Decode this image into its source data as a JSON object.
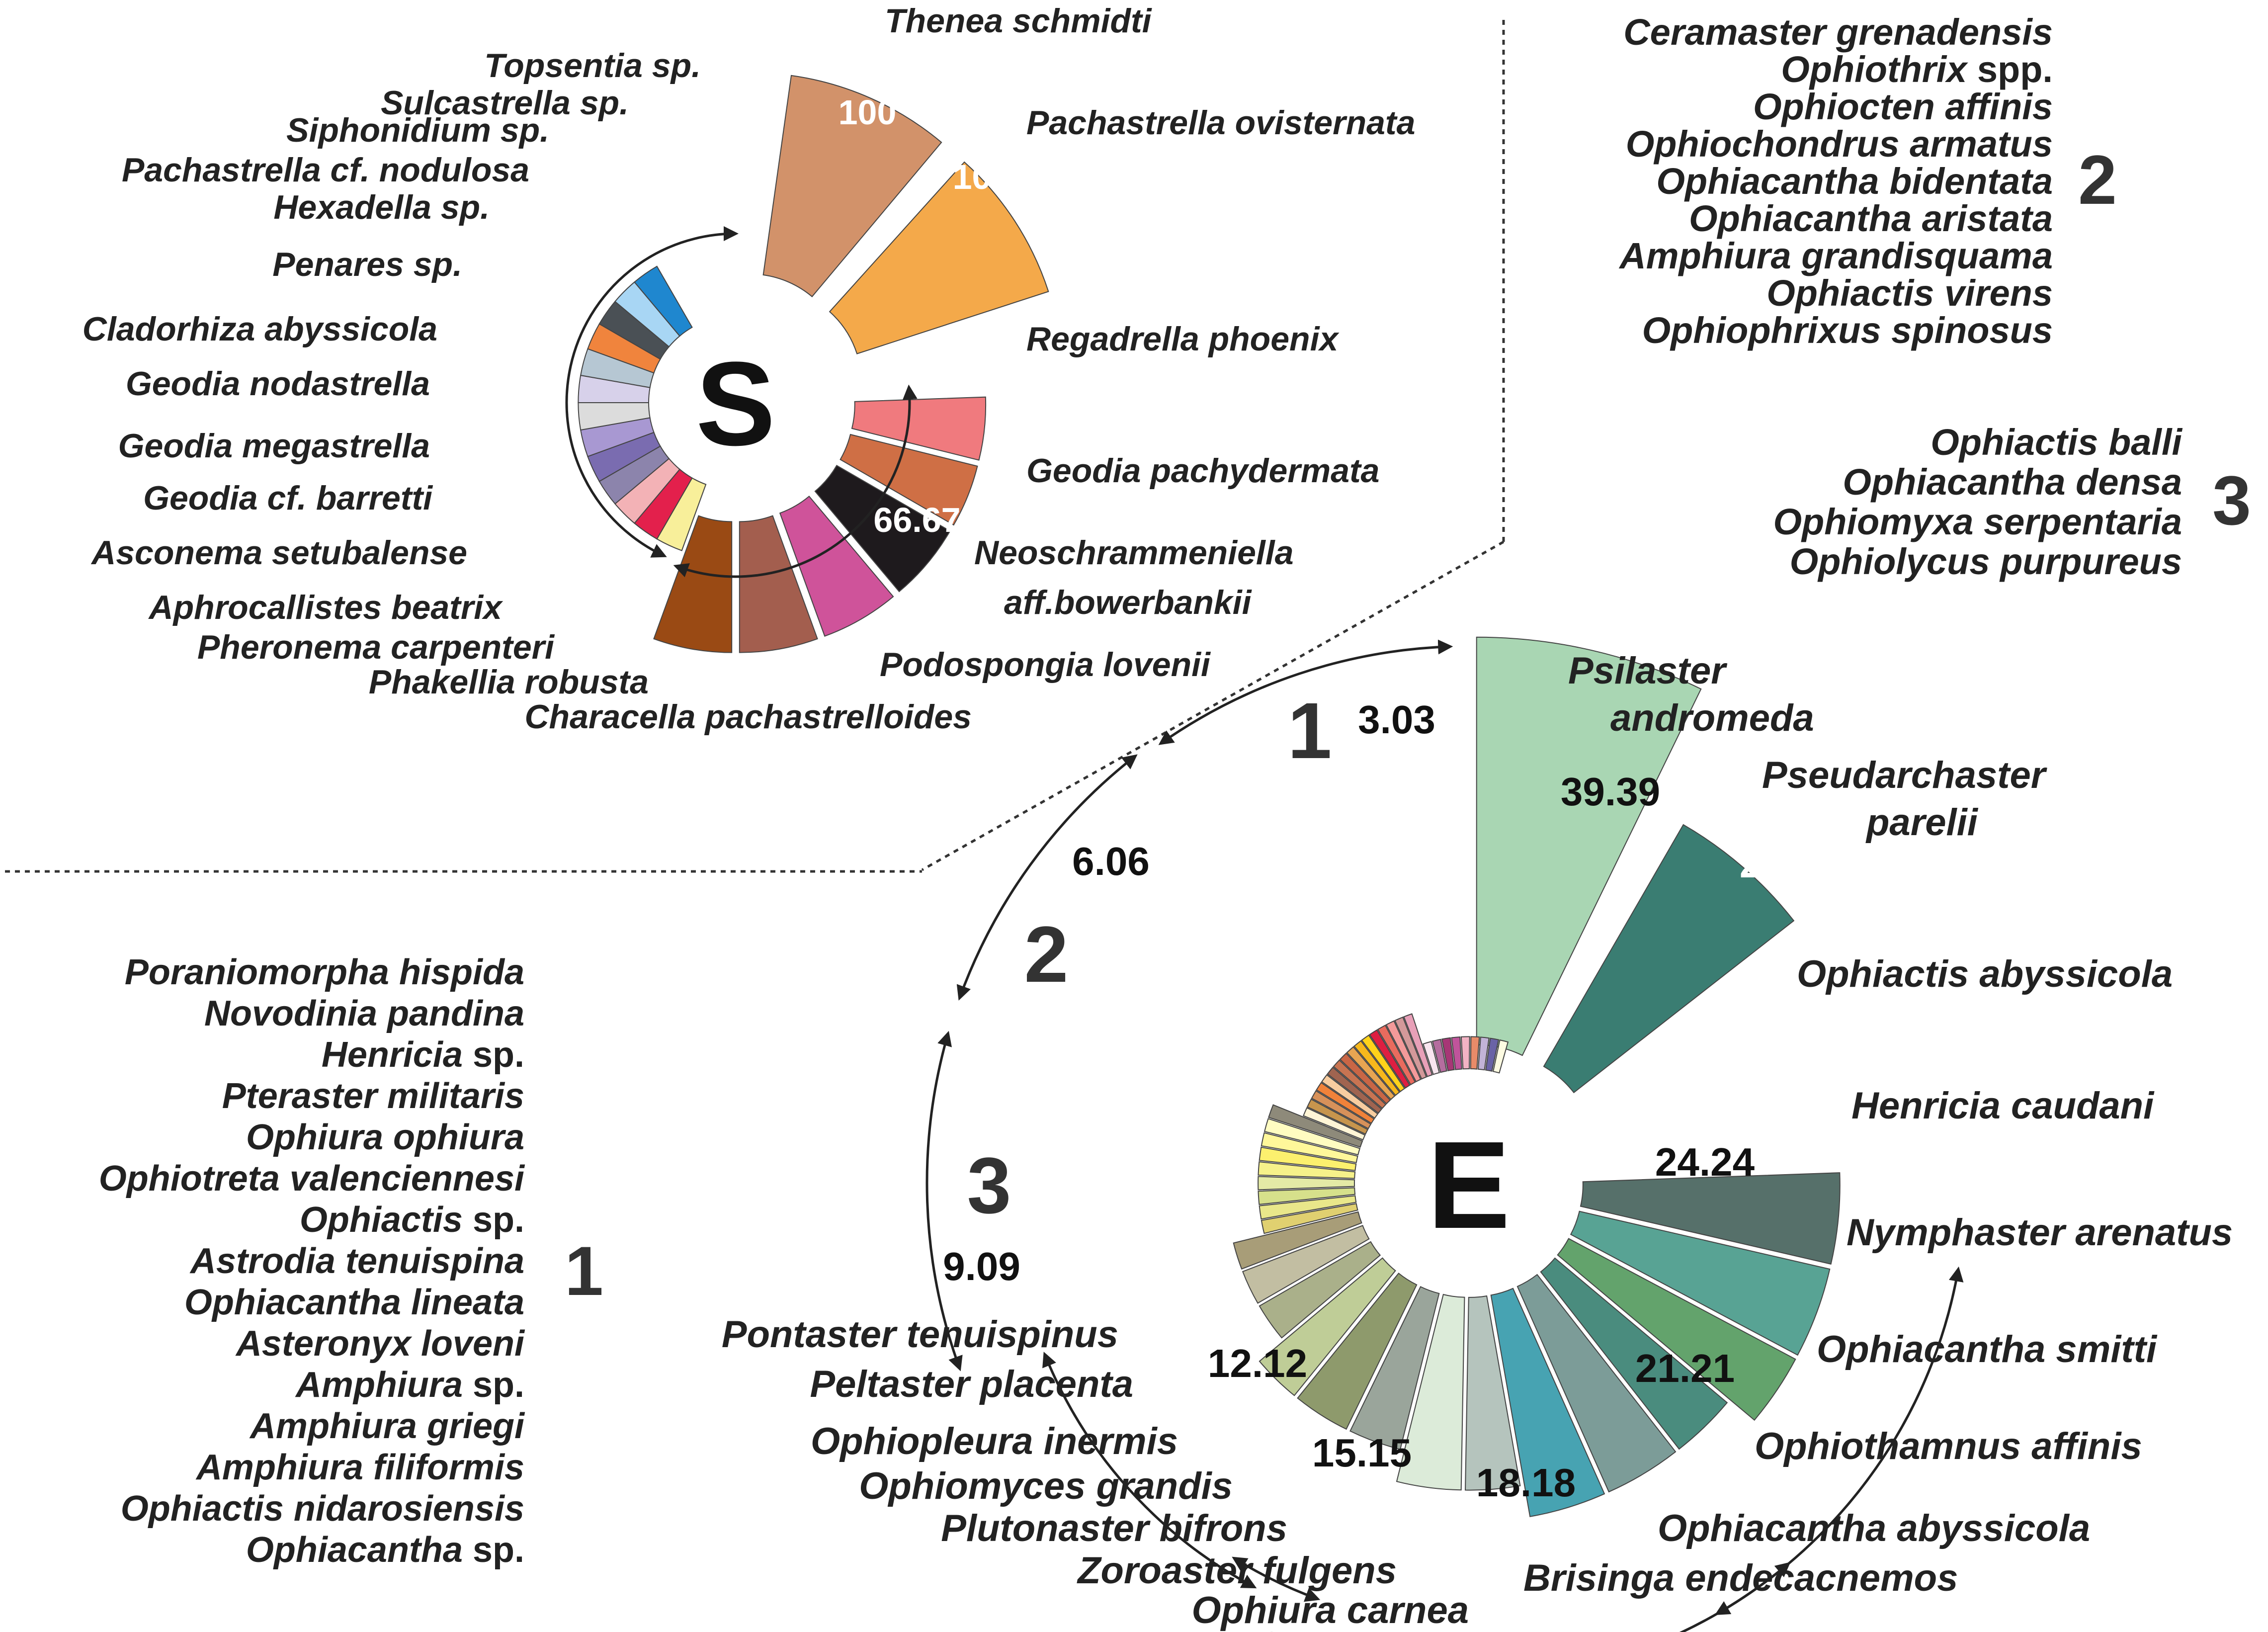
{
  "chart_data": [
    {
      "type": "pie",
      "center_label": "S",
      "slices": [
        {
          "label": "Thenea schmidti",
          "value": 100,
          "color": "#d2926a",
          "exploded": true
        },
        {
          "label": "Pachastrella ovisternata",
          "value": 100,
          "color": "#f4a94a",
          "exploded": true
        },
        {
          "label": "Regadrella phoenix",
          "value": 66.67,
          "color": "#f07a7e"
        },
        {
          "label": "Geodia pachydermata",
          "value": 66.67,
          "color": "#cf6f45"
        },
        {
          "label": "Neoschrammeniella aff.bowerbankii",
          "value": 66.67,
          "color": "#1e1a1d"
        },
        {
          "label": "Podospongia lovenii",
          "value": 66.67,
          "color": "#cf539a"
        },
        {
          "label": "Characella pachastrelloides",
          "value": 66.67,
          "color": "#a35e4e"
        },
        {
          "label": "Phakellia robusta",
          "value": 66.67,
          "color": "#9a4a14"
        },
        {
          "label": "Pheronema carpenteri",
          "value": 33.33,
          "color": "#f8ef9a"
        },
        {
          "label": "Aphrocallistes beatrix",
          "value": 33.33,
          "color": "#e3204c"
        },
        {
          "label": "Asconema setubalense",
          "value": 33.33,
          "color": "#f3b2b6"
        },
        {
          "label": "Geodia cf. barretti",
          "value": 33.33,
          "color": "#8c84ac"
        },
        {
          "label": "Geodia megastrella",
          "value": 33.33,
          "color": "#7a6cb0"
        },
        {
          "label": "Geodia nodastrella",
          "value": 33.33,
          "color": "#a898d2"
        },
        {
          "label": "Cladorhiza abyssicola",
          "value": 33.33,
          "color": "#dcdcdc"
        },
        {
          "label": "Penares sp.",
          "value": 33.33,
          "color": "#d7d1ea"
        },
        {
          "label": "Hexadella sp.",
          "value": 33.33,
          "color": "#b6c7d3"
        },
        {
          "label": "Pachastrella cf. nodulosa",
          "value": 33.33,
          "color": "#f0843d"
        },
        {
          "label": "Siphonidium sp.",
          "value": 33.33,
          "color": "#4a5055"
        },
        {
          "label": "Sulcastrella sp.",
          "value": 33.33,
          "color": "#a8d6f4"
        },
        {
          "label": "Topsentia sp.",
          "value": 33.33,
          "color": "#1f87cf"
        }
      ],
      "value_labels": [
        "100",
        "100",
        "66.67",
        "33.33"
      ]
    },
    {
      "type": "pie",
      "center_label": "E",
      "slices": [
        {
          "label": "Psilaster andromeda",
          "value": 39.39,
          "color": "#a9d6b3",
          "exploded": true
        },
        {
          "label": "Pseudarchaster parelii",
          "value": 27.27,
          "color": "#3a7d72",
          "exploded": true
        },
        {
          "label": "Ophiactis abyssicola",
          "value": 24.24,
          "color": "#56706a"
        },
        {
          "label": "Henricia caudani",
          "value": 24.24,
          "color": "#58a394"
        },
        {
          "label": "Nymphaster arenatus",
          "value": 24.24,
          "color": "#63a36c"
        },
        {
          "label": "Ophiacantha smitti",
          "value": 21.21,
          "color": "#4a8c7e"
        },
        {
          "label": "Ophiothamnus affinis",
          "value": 21.21,
          "color": "#7c9c98"
        },
        {
          "label": "Ophiacantha abyssicola",
          "value": 21.21,
          "color": "#47a3b2"
        },
        {
          "label": "Brisinga endecacnemos",
          "value": 18.18,
          "color": "#b5c4bd"
        },
        {
          "label": "Ophiura carnea",
          "value": 18.18,
          "color": "#dcebd9"
        },
        {
          "label": "Zoroaster fulgens",
          "value": 15.15,
          "color": "#9aa59b"
        },
        {
          "label": "Plutonaster bifrons",
          "value": 15.15,
          "color": "#8e9a6c"
        },
        {
          "label": "Ophiomyces grandis",
          "value": 15.15,
          "color": "#bfcd97"
        },
        {
          "label": "Ophiopleura inermis",
          "value": 12.12,
          "color": "#aab08a"
        },
        {
          "label": "Peltaster placenta",
          "value": 12.12,
          "color": "#c2bea2"
        },
        {
          "label": "Pontaster tenuispinus",
          "value": 12.12,
          "color": "#a89d78"
        }
      ],
      "value_labels": [
        "39.39",
        "27.27",
        "24.24",
        "21.21",
        "18.18",
        "15.15",
        "12.12",
        "9.09",
        "6.06",
        "3.03"
      ],
      "group_labels": [
        "1",
        "2",
        "3"
      ],
      "small_slice_groups": [
        {
          "group": "3",
          "value": 9.09,
          "colors": [
            "#e0d070",
            "#e9e78a",
            "#d6e08b",
            "#e4eaa6",
            "#f6f18a",
            "#fcf06e",
            "#fff79a",
            "#fffcc1",
            "#8e8a7a"
          ]
        },
        {
          "group": "2",
          "value": 6.06,
          "colors": [
            "#fff5d6",
            "#c7954d",
            "#d7915a",
            "#f0823a",
            "#f8cda0",
            "#a06450",
            "#c87452",
            "#c96645",
            "#e8a552",
            "#f7b81c",
            "#ffd31a",
            "#de1f41",
            "#e96b5e",
            "#f49a9a",
            "#d3999a",
            "#e8a0b8"
          ]
        },
        {
          "group": "1",
          "value": 3.03,
          "colors": [
            "#f8e6ef",
            "#b56d9f",
            "#a73676",
            "#c0549b",
            "#f3b3c4",
            "#e88b69",
            "#c2b3d7",
            "#6a63a6",
            "#fdfbe2"
          ]
        }
      ]
    }
  ],
  "lists": {
    "group2": {
      "number": "2",
      "names": [
        "Ceramaster grenadensis",
        "Ophiothrix spp.",
        "Ophiocten affinis",
        "Ophiochondrus armatus",
        "Ophiacantha bidentata",
        "Ophiacantha aristata",
        "Amphiura grandisquama",
        "Ophiactis virens",
        "Ophiophrixus spinosus"
      ]
    },
    "group3": {
      "number": "3",
      "names": [
        "Ophiactis balli",
        "Ophiacantha densa",
        "Ophiomyxa serpentaria",
        "Ophiolycus purpureus"
      ]
    },
    "group1": {
      "number": "1",
      "names": [
        "Poraniomorpha hispida",
        "Novodinia pandina",
        "Henricia sp.",
        "Pteraster militaris",
        "Ophiura ophiura",
        "Ophiotreta valenciennesi",
        "Ophiactis sp.",
        "Astrodia tenuispina",
        "Ophiacantha lineata",
        "Asteronyx loveni",
        "Amphiura sp.",
        "Amphiura griegi",
        "Amphiura filiformis",
        "Ophiactis nidarosiensis",
        "Ophiacantha sp."
      ]
    }
  }
}
